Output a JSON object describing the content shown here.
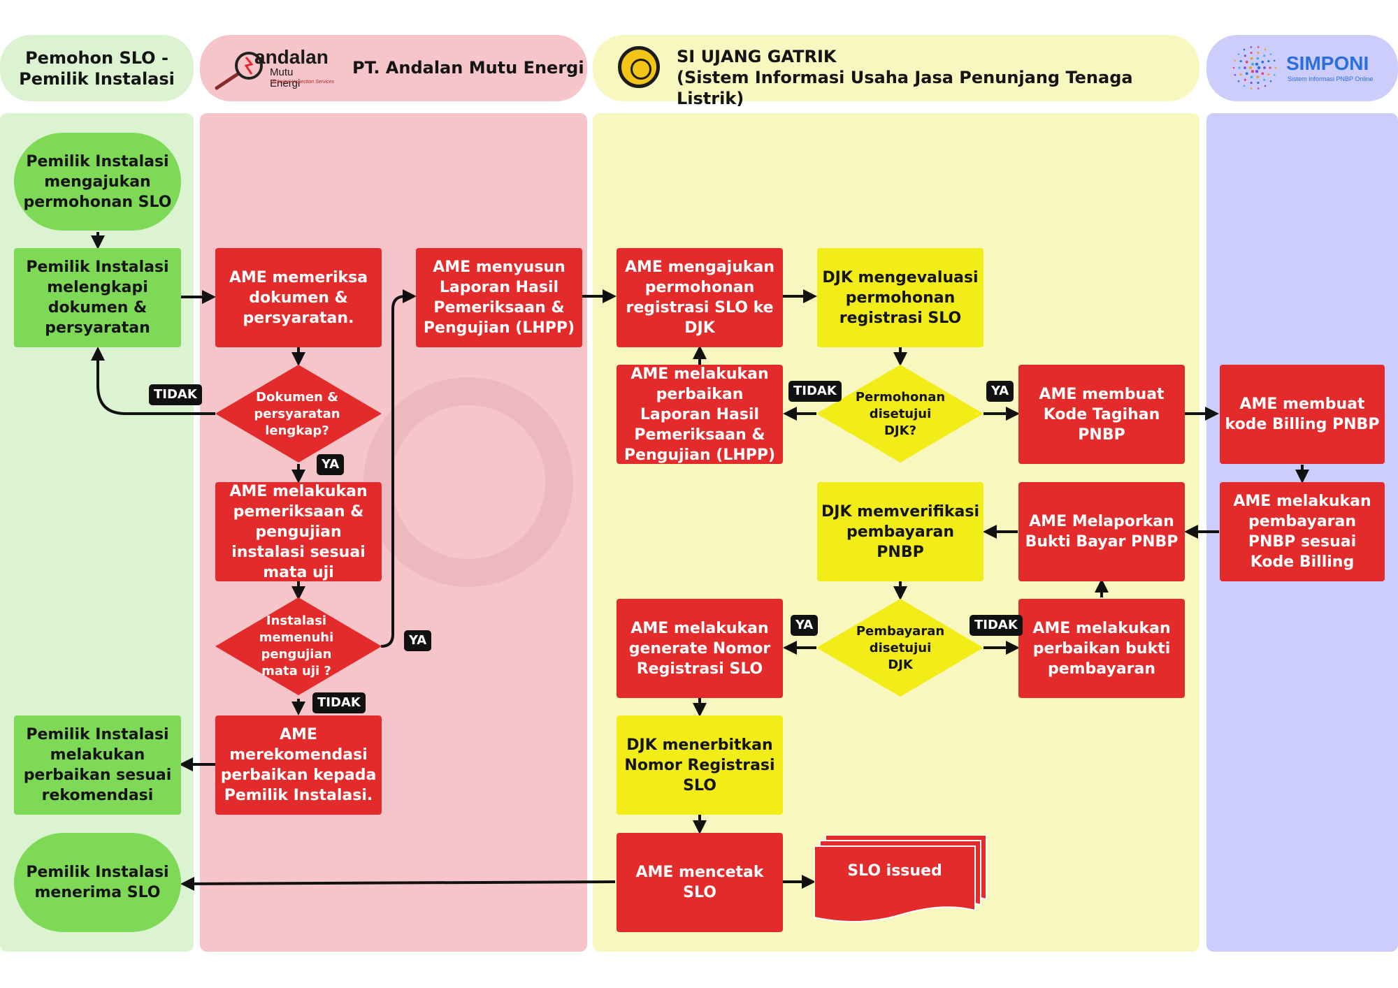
{
  "lanes": {
    "pemohon": "Pemohon SLO -\nPemilik Instalasi",
    "andalan": "PT. Andalan Mutu Energi",
    "ujang_title": "SI UJANG GATRIK",
    "ujang_subtitle": "(Sistem Informasi Usaha Jasa Penunjang Tenaga Listrik)",
    "simponi": "SIMPONI",
    "simponi_sub": "Sistem Informasi PNBP Online"
  },
  "logo": {
    "brand": "andalan",
    "brand_sub": "Mutu Energi",
    "brand_tag": "Technical Inspection Services"
  },
  "nodes": {
    "start": "Pemilik Instalasi mengajukan permohonan SLO",
    "lengkapi": "Pemilik Instalasi melengkapi dokumen & persyaratan",
    "periksa_dok": "AME memeriksa dokumen & persyaratan.",
    "dok_lengkap": "Dokumen & persyaratan lengkap?",
    "periksa_uji": "AME melakukan pemeriksaan & pengujian instalasi sesuai mata uji",
    "memenuhi": "Instalasi memenuhi pengujian mata uji ?",
    "rekomendasi": "AME merekomendasi perbaikan kepada Pemilik Instalasi.",
    "perbaikan_pemilik": "Pemilik Instalasi melakukan perbaikan sesuai rekomendasi",
    "terima_slo": "Pemilik Instalasi menerima SLO",
    "lhpp": "AME menyusun Laporan Hasil Pemeriksaan & Pengujian (LHPP)",
    "ajukan_djk": "AME mengajukan permohonan registrasi SLO ke DJK",
    "djk_evaluasi": "DJK mengevaluasi permohonan registrasi SLO",
    "perbaikan_lhpp": "AME melakukan perbaikan Laporan Hasil Pemeriksaan & Pengujian (LHPP)",
    "disetujui": "Permohonan disetujui DJK?",
    "kode_tagihan": "AME membuat Kode Tagihan PNBP",
    "kode_billing": "AME membuat kode Billing PNBP",
    "bayar": "AME melakukan pembayaran PNBP sesuai Kode Billing",
    "lapor_bayar": "AME Melaporkan Bukti Bayar PNBP",
    "djk_verif": "DJK memverifikasi pembayaran PNBP",
    "bayar_disetujui": "Pembayaran disetujui DJK",
    "perbaikan_bukti": "AME melakukan perbaikan bukti pembayaran",
    "generate": "AME melakukan generate Nomor Registrasi SLO",
    "terbit": "DJK menerbitkan Nomor Registrasi SLO",
    "cetak": "AME mencetak SLO",
    "issued": "SLO issued"
  },
  "labels": {
    "tidak": "TIDAK",
    "ya": "YA"
  },
  "colors": {
    "lane_green": "#dcf3d2",
    "lane_red": "#f5c5ca",
    "lane_yellow": "#f9f7c0",
    "lane_blue": "#cccdfb",
    "node_green": "#7ed957",
    "node_red": "#e42b2b",
    "node_yellow": "#f2ec19"
  }
}
